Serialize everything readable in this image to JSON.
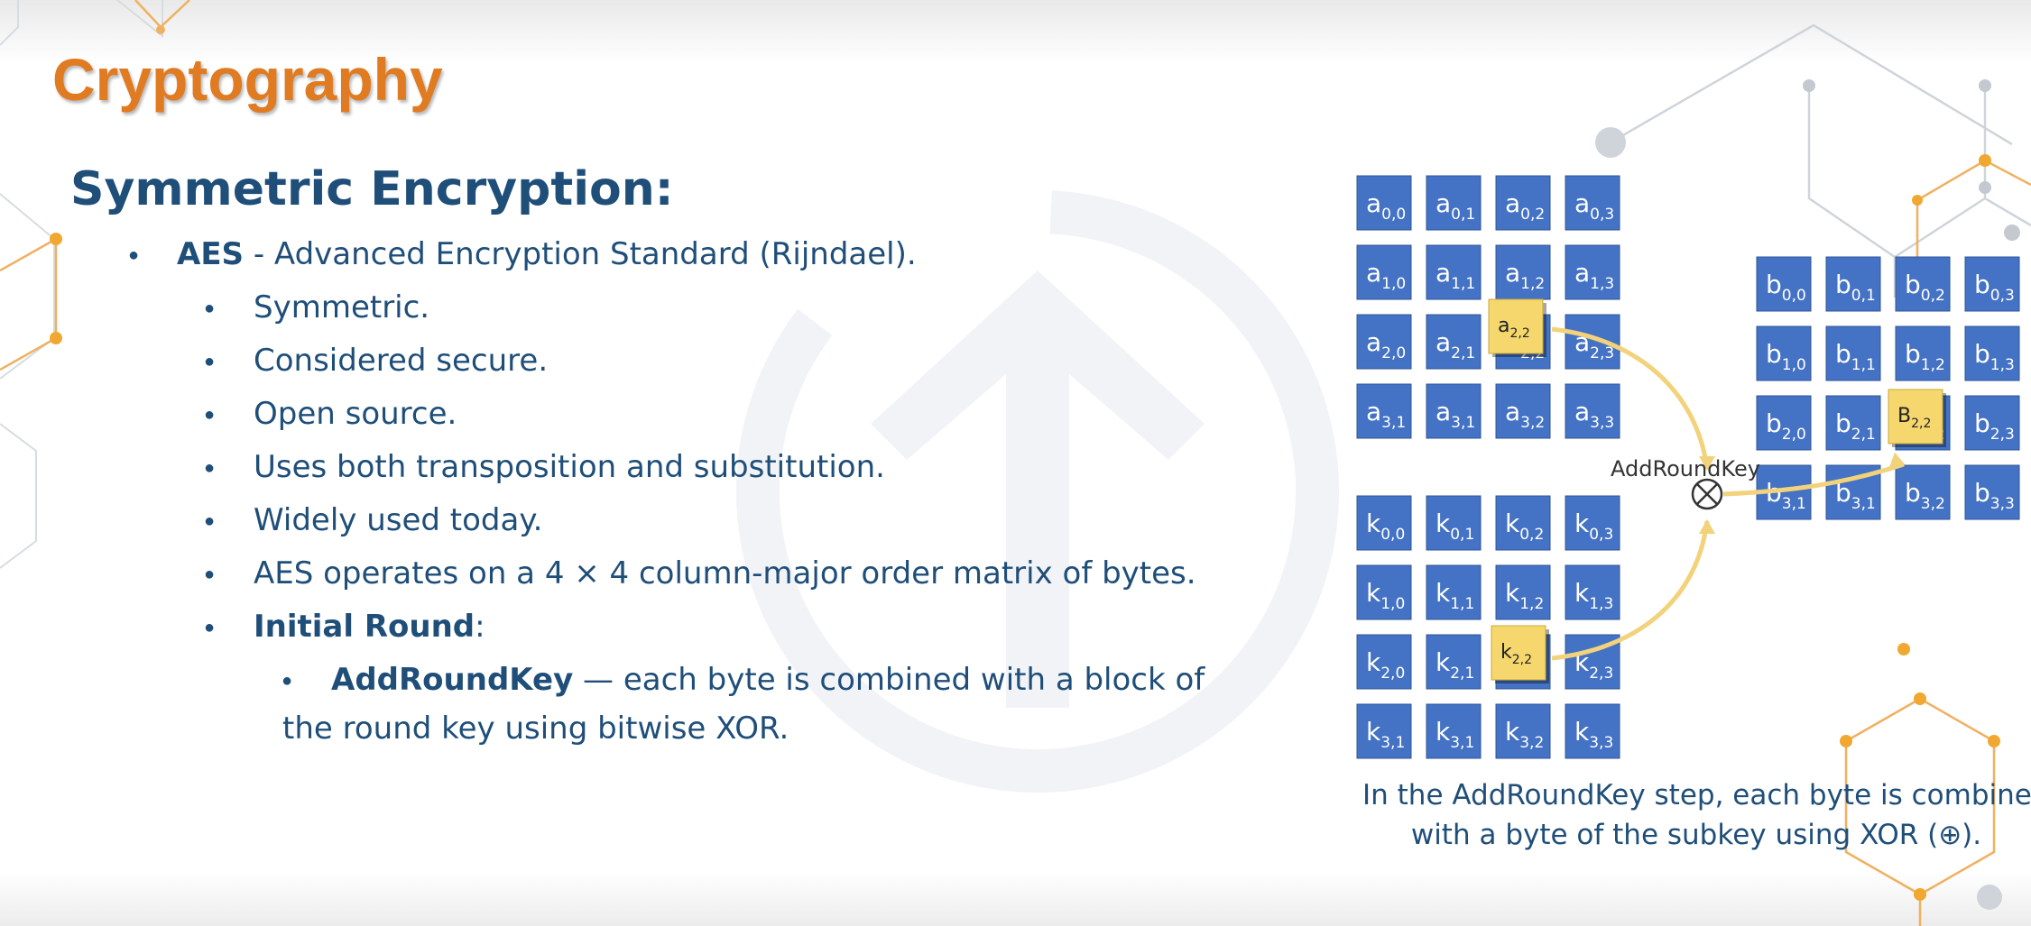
{
  "slide": {
    "title": "Cryptography",
    "subtitle": "Symmetric Encryption:",
    "bullets": {
      "aes_bold": "AES",
      "aes_rest": " - Advanced Encryption Standard (Rijndael).",
      "symmetric": "Symmetric.",
      "secure": "Considered secure.",
      "open_source": "Open source.",
      "transposition": "Uses both transposition and substitution.",
      "widely_used": "Widely used today.",
      "matrix": "AES operates on a 4 × 4 column-major order matrix of bytes.",
      "initial_round_bold": "Initial Round",
      "initial_round_colon": ":",
      "addroundkey_bold": "AddRoundKey",
      "addroundkey_rest": " — each byte is combined with a block of",
      "addroundkey_cont": "the round key using bitwise XOR."
    }
  },
  "diagram": {
    "op_label": "AddRoundKey",
    "xor_symbol": "⊗",
    "matrix_a": [
      [
        "0,0",
        "0,1",
        "0,2",
        "0,3"
      ],
      [
        "1,0",
        "1,1",
        "1,2",
        "1,3"
      ],
      [
        "2,0",
        "2,1",
        "2,2",
        "2,3"
      ],
      [
        "3,1",
        "3,1",
        "3,2",
        "3,3"
      ]
    ],
    "matrix_k": [
      [
        "0,0",
        "0,1",
        "0,2",
        "0,3"
      ],
      [
        "1,0",
        "1,1",
        "1,2",
        "1,3"
      ],
      [
        "2,0",
        "2,1",
        "2,2",
        "2,3"
      ],
      [
        "3,1",
        "3,1",
        "3,2",
        "3,3"
      ]
    ],
    "matrix_b": [
      [
        "0,0",
        "0,1",
        "0,2",
        "0,3"
      ],
      [
        "1,0",
        "1,1",
        "1,2",
        "1,3"
      ],
      [
        "2,0",
        "2,1",
        "2,2",
        "2,3"
      ],
      [
        "3,1",
        "3,1",
        "3,2",
        "3,3"
      ]
    ],
    "letter_a": "a",
    "letter_k": "k",
    "letter_b": "b",
    "highlight_a_letter": "a",
    "highlight_a_sub": "2,2",
    "highlight_k_letter": "k",
    "highlight_k_sub": "2,2",
    "highlight_b_letter": "B",
    "highlight_b_sub": "2,2",
    "caption_line1": "In the AddRoundKey step, each byte is combined",
    "caption_line2": "with a byte of the subkey using XOR (⊕).",
    "colors": {
      "cell": "#4472c4",
      "cell_border": "#2f5597",
      "highlight": "#f5d76e",
      "arrow": "#f2d27a",
      "text": "#1f4e79",
      "title": "#e07b22",
      "accent_orange": "#f0a830"
    }
  }
}
